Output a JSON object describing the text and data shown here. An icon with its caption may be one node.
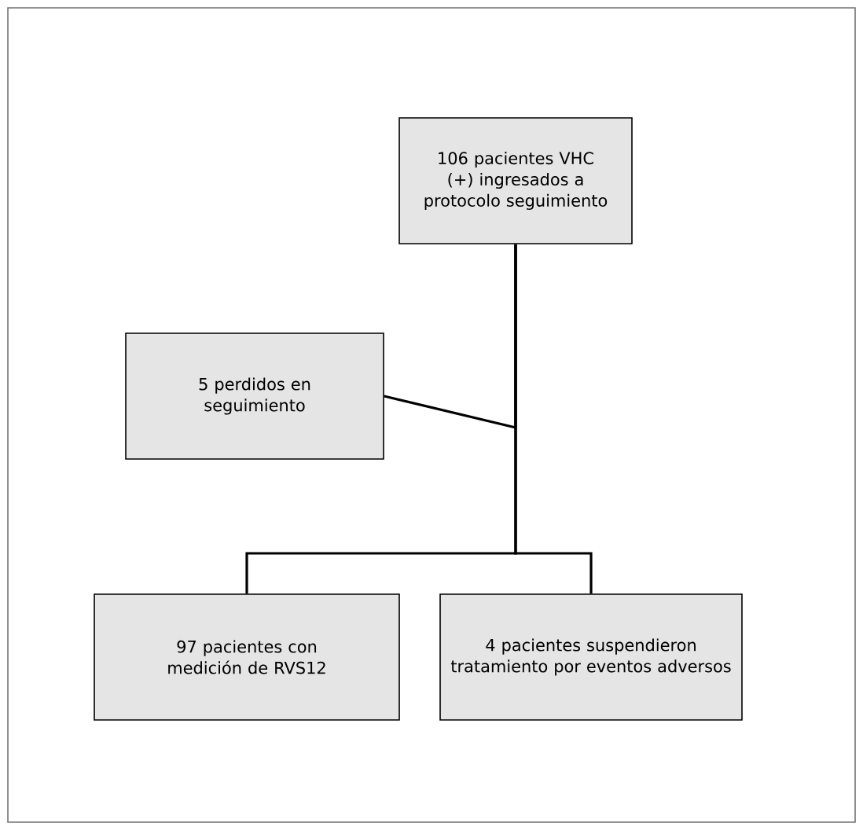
{
  "diagram": {
    "nodes": [
      {
        "text": [
          "106 pacientes VHC (+) ingresados a protocolo seguimiento"
        ]
      },
      {
        "text": [
          "5 perdidos en seguimiento"
        ]
      },
      {
        "text": [
          "97 pacientes con medición de RVS12"
        ]
      },
      {
        "text": [
          "4 pacientes suspendieron tratamiento por eventos adversos"
        ]
      }
    ],
    "edges": [
      {
        "from": 0,
        "to": 1,
        "arrow": "none"
      },
      {
        "from": 0,
        "to": 2,
        "arrow": "none"
      },
      {
        "from": 0,
        "to": 3,
        "arrow": "none"
      }
    ]
  }
}
